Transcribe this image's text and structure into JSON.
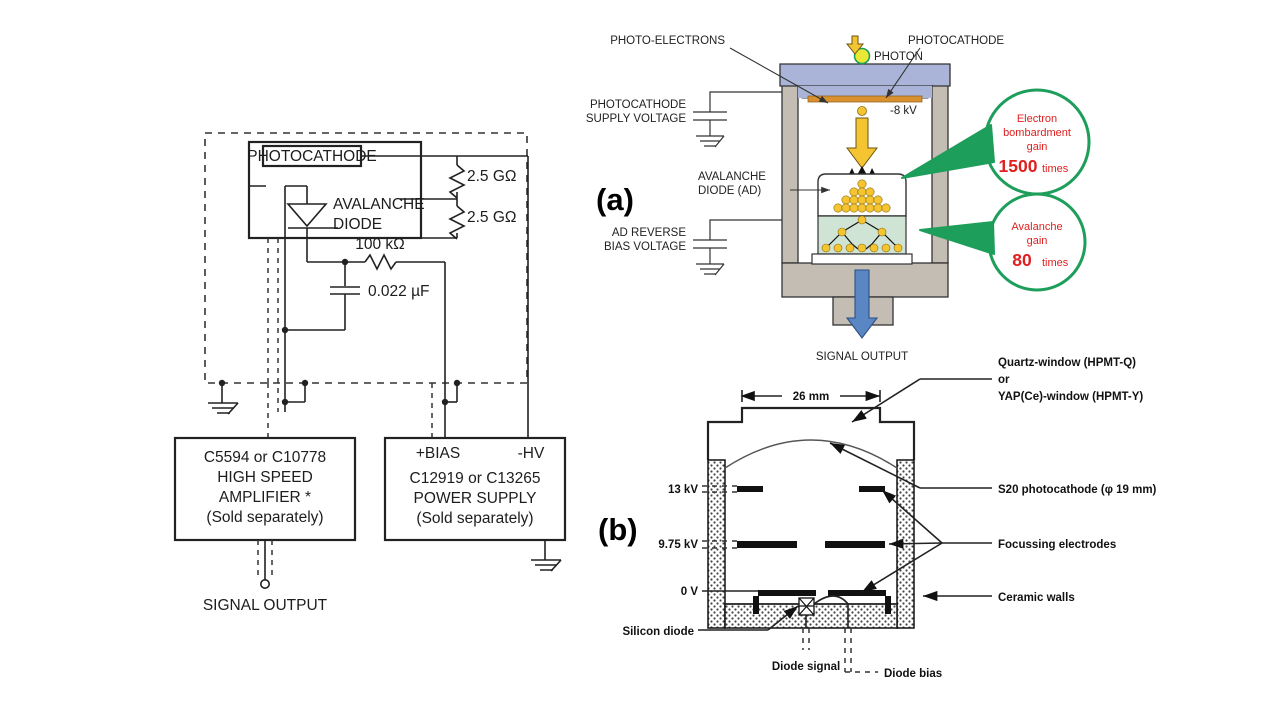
{
  "figure": {
    "panel_a_tag": "(a)",
    "panel_b_tag": "(b)"
  },
  "circuit": {
    "photocathode_box_label": "PHOTOCATHODE",
    "avalanche_line1": "AVALANCHE",
    "avalanche_line2": "DIODE",
    "resistor_top": "2.5 GΩ",
    "resistor_bottom": "2.5 GΩ",
    "resistor_series": "100 kΩ",
    "capacitor": "0.022 µF",
    "amplifier_box": {
      "line1": "C5594 or C10778",
      "line2": "HIGH SPEED",
      "line3": "AMPLIFIER *",
      "line4": "(Sold separately)"
    },
    "power_box": {
      "terminal_left": "+BIAS",
      "terminal_right": "-HV",
      "line1": "C12919 or C13265",
      "line2": "POWER SUPPLY",
      "line3": "(Sold separately)"
    },
    "signal_output": "SIGNAL OUTPUT"
  },
  "panel_a": {
    "labels": {
      "photo_electrons": "PHOTO-ELECTRONS",
      "photon": "PHOTON",
      "photocathode": "PHOTOCATHODE",
      "cathode_voltage": "-8 kV",
      "supply_line1": "PHOTOCATHODE",
      "supply_line2": "SUPPLY VOLTAGE",
      "ad_line1": "AVALANCHE",
      "ad_line2": "DIODE (AD)",
      "bias_line1": "AD REVERSE",
      "bias_line2": "BIAS VOLTAGE",
      "signal_output": "SIGNAL OUTPUT"
    },
    "callout_1": {
      "line1": "Electron",
      "line2": "bombardment",
      "line3": "gain",
      "value": "1500",
      "unit": "times"
    },
    "callout_2": {
      "line1": "Avalanche",
      "line2": "gain",
      "value": "80",
      "unit": "times"
    },
    "colors": {
      "window": "#aab4d8",
      "photocathode_strip": "#d9912f",
      "housing": "#c3bdb4",
      "avalanche_region": "#cfe4d5",
      "electron_dot": "#f5c531",
      "callout_stroke": "#1d9e5a",
      "callout_text": "#e02020",
      "signal_arrow": "#5a86c4",
      "photon": "#e9e935"
    }
  },
  "panel_b": {
    "labels": {
      "window_line1": "Quartz-window (HPMT-Q)",
      "window_line2": "or",
      "window_line3": "YAP(Ce)-window (HPMT-Y)",
      "photocathode": "S20 photocathode (φ 19 mm)",
      "focussing": "Focussing electrodes",
      "ceramic": "Ceramic walls",
      "silicon_diode": "Silicon diode",
      "diode_signal": "Diode signal",
      "diode_bias": "Diode bias",
      "dimension": "26 mm"
    },
    "voltages": [
      "13 kV",
      "9.75 kV",
      "0 V"
    ]
  }
}
